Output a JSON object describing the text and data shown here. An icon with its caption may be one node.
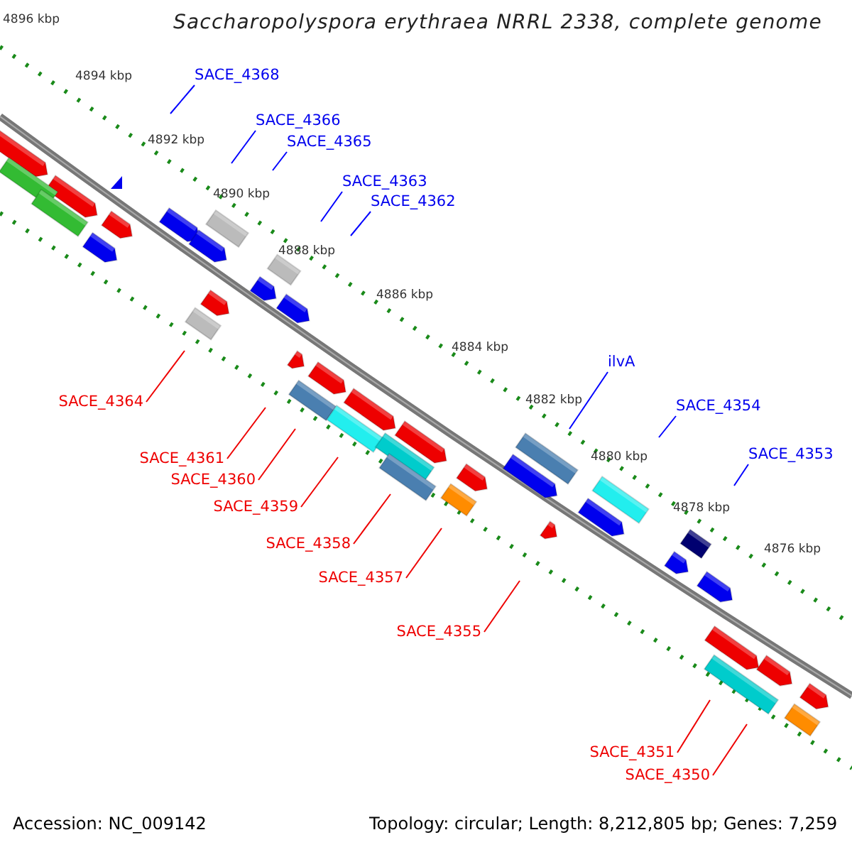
{
  "diagram": {
    "title": "Saccharopolyspora erythraea NRRL 2338, complete genome",
    "nodes": [
      {
        "text": [
          "SACE_4368"
        ]
      },
      {
        "text": [
          "SACE_4366"
        ]
      },
      {
        "text": [
          "SACE_4365"
        ]
      },
      {
        "text": [
          "SACE_4363"
        ]
      },
      {
        "text": [
          "SACE_4362"
        ]
      },
      {
        "text": [
          "ilvA"
        ]
      },
      {
        "text": [
          "SACE_4364"
        ]
      },
      {
        "text": [
          "SACE_4354"
        ]
      },
      {
        "text": [
          "SACE_4353"
        ]
      },
      {
        "text": [
          "SACE_4361"
        ]
      },
      {
        "text": [
          "SACE_4360"
        ]
      },
      {
        "text": [
          "SACE_4359"
        ]
      },
      {
        "text": [
          "SACE_4358"
        ]
      },
      {
        "text": [
          "SACE_4357"
        ]
      },
      {
        "text": [
          "SACE_4355"
        ]
      },
      {
        "text": [
          "SACE_4351"
        ]
      },
      {
        "text": [
          "SACE_4350"
        ]
      }
    ],
    "edges": [
      {
        "from": 0,
        "to": null,
        "arrow": "none",
        "color": "#0000ff"
      },
      {
        "from": 1,
        "to": null,
        "arrow": "none",
        "color": "#0000ff"
      },
      {
        "from": 2,
        "to": null,
        "arrow": "none",
        "color": "#0000ff"
      },
      {
        "from": 3,
        "to": null,
        "arrow": "none",
        "color": "#0000ff"
      },
      {
        "from": 4,
        "to": null,
        "arrow": "none",
        "color": "#0000ff"
      },
      {
        "from": 5,
        "to": null,
        "arrow": "none",
        "color": "#0000ff"
      },
      {
        "from": 6,
        "to": null,
        "arrow": "none"
      },
      {
        "from": 7,
        "to": null,
        "arrow": "none",
        "color": "#0000ff"
      },
      {
        "from": 8,
        "to": null,
        "arrow": "none",
        "color": "#0000ff"
      },
      {
        "from": 9,
        "to": null,
        "arrow": "none"
      },
      {
        "from": 10,
        "to": null,
        "arrow": "none"
      },
      {
        "from": 11,
        "to": null,
        "arrow": "none"
      },
      {
        "from": 12,
        "to": null,
        "arrow": "none"
      },
      {
        "from": 13,
        "to": null,
        "arrow": "none"
      },
      {
        "from": 14,
        "to": null,
        "arrow": "none"
      },
      {
        "from": 15,
        "to": null,
        "arrow": "none"
      },
      {
        "from": 16,
        "to": null,
        "arrow": "none"
      }
    ],
    "labels": [
      "4896 kbp",
      "4894 kbp",
      "4892 kbp",
      "4890 kbp",
      "4888 kbp",
      "4886 kbp",
      "4884 kbp",
      "4882 kbp",
      "4880 kbp",
      "4878 kbp",
      "4876 kbp",
      "Accession: NC_009142",
      "Topology: circular; Length: 8,212,805 bp; Genes: 7,259"
    ]
  }
}
